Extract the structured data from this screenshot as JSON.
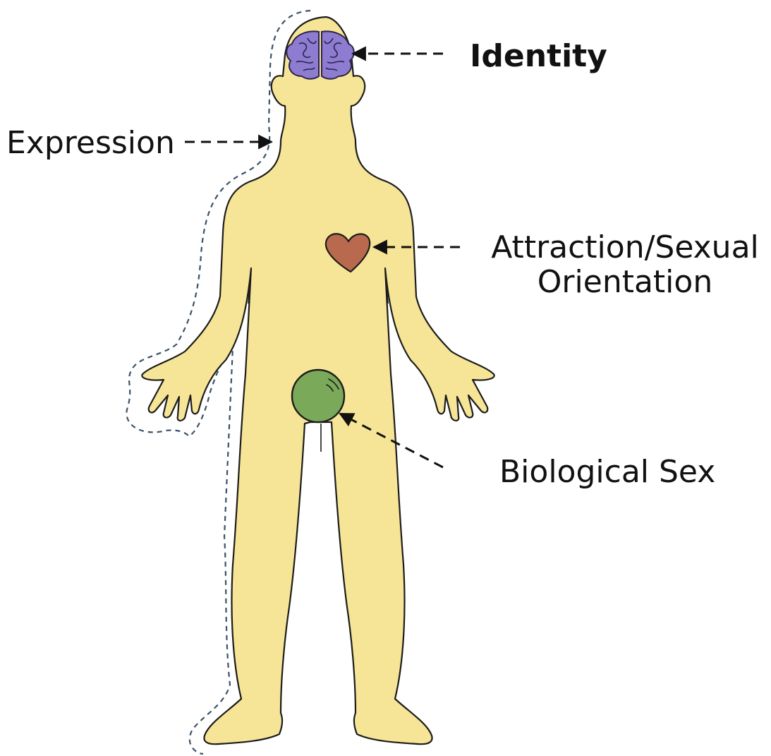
{
  "labels": {
    "identity": "Identity",
    "expression": "Expression",
    "attraction_line1": "Attraction/Sexual",
    "attraction_line2": "Orientation",
    "biological_sex": "Biological Sex"
  },
  "colors": {
    "skin": "#f6e596",
    "outline": "#1c1c1c",
    "brain": "#8d7ccf",
    "heart": "#b96a4e",
    "sphere": "#7aa95a",
    "expression_outline": "#3a5266",
    "arrow": "#111111"
  },
  "icons": {
    "brain": "brain-icon",
    "heart": "heart-icon",
    "sphere": "sphere-icon"
  }
}
